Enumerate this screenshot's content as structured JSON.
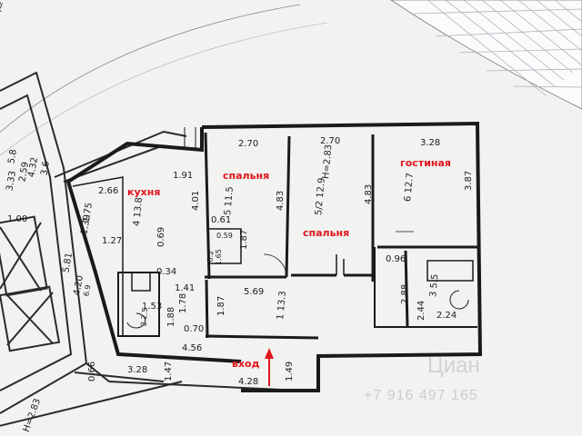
{
  "rooms": {
    "kitchen": "кухня",
    "bedroom1": "спальня",
    "bedroom2": "спальня",
    "living": "гостиная",
    "entrance": "вход"
  },
  "room_codes": {
    "kitchen": "4 13.8",
    "bedroom1": "5 11.5",
    "bedroom2": "5/2 12.9",
    "living": "6 12.7",
    "hall": "1 13.3",
    "bath": "3 5.5",
    "wc": "2 2.5",
    "closet": "8.2",
    "stair": "H=2.83"
  },
  "dims": {
    "k_top": "1.91",
    "k_left": "2.66",
    "k_right": "4.01",
    "k_a": "0.69",
    "k_b": "1.27",
    "k_c": "1.39",
    "k_d": "1.75",
    "b1_top": "2.70",
    "b1_right": "4.83",
    "b1_small": "0.61",
    "b1_c1": "0.59",
    "b1_c2": "1.87",
    "b1_c3": "1.65",
    "b2_top": "2.70",
    "b2_right": "4.83",
    "liv_top": "3.28",
    "liv_right": "3.87",
    "h_mid": "5.69",
    "h_left": "1.87",
    "h_a": "1.41",
    "h_b": "0.70",
    "h_c": "0.34",
    "wc_a": "1.53",
    "wc_b": "1.78",
    "wc_c": "1.88",
    "bath_a": "0.96",
    "bath_b": "2.88",
    "bath_c": "2.44",
    "bath_d": "2.24",
    "ent_a": "4.56",
    "ent_b": "4.28",
    "ent_c": "1.49",
    "cor_a": "3.28",
    "cor_b": "1.47",
    "cor_c": "0.66",
    "left_a": "1.00",
    "left_b": "5.81",
    "left_c": "4.20",
    "left_d": "6.9",
    "left_e": "4.32",
    "left_f": "3.6",
    "left_g": "2.59",
    "left_h": "3.33",
    "left_i": "5.8",
    "bl_h": "H=2.83",
    "tl_h": "H="
  },
  "watermark": {
    "brand": "Циан",
    "phone": "+7 916 497 165"
  }
}
